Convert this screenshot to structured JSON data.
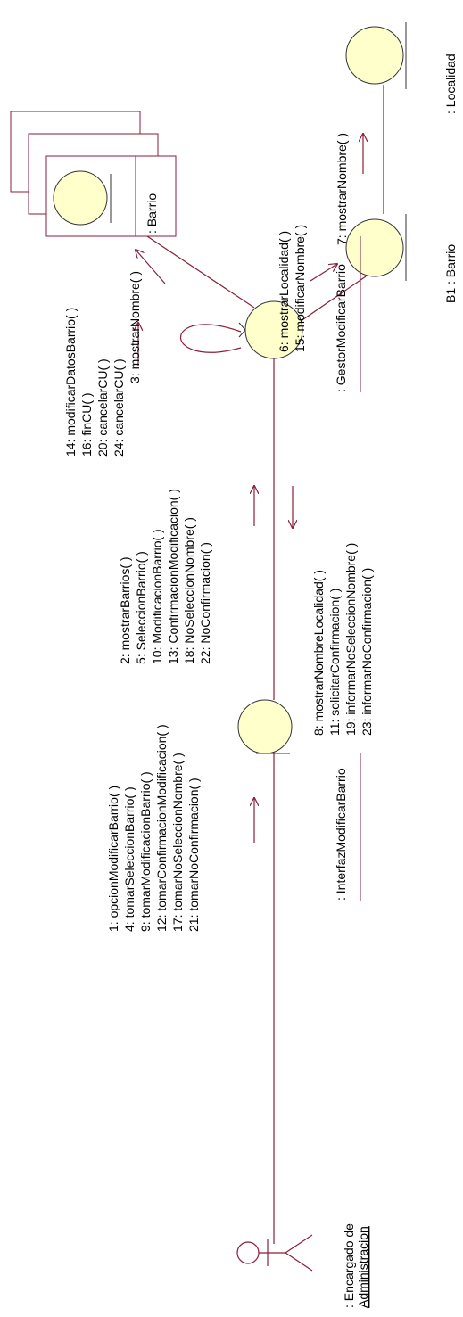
{
  "colors": {
    "line": "#8b1e3a",
    "node_fill": "#ffffcc",
    "node_stroke": "#333333",
    "text": "#000000",
    "box_stroke": "#8b1e3a"
  },
  "actors": {
    "encargado": {
      "line1": ": Encargado de",
      "line2": "Administracion"
    },
    "interfaz": {
      "label": ": InterfazModificarBarrio"
    },
    "gestor": {
      "label": ": GestorModificarBarrio"
    },
    "barrio_collection": {
      "label": ": Barrio"
    },
    "b1_barrio": {
      "label": "B1 : Barrio"
    },
    "localidad": {
      "label": ": Localidad"
    }
  },
  "messages": {
    "to_interfaz": [
      "1: opcionModificarBarrio( )",
      "4: tomarSeleccionBarrio( )",
      "9: tomarModificacionBarrio( )",
      "12: tomarConfirmacionModificacion( )",
      "17: tomarNoSeleccionNombre( )",
      "21: tomarNoConfirmacion( )"
    ],
    "to_gestor": [
      "2: mostrarBarrios( )",
      "5: SeleccionBarrio( )",
      "10: ModificacionBarrio( )",
      "13: ConfirmacionModificacion( )",
      "18: NoSeleccionNombre( )",
      "22: NoConfirmacion( )"
    ],
    "to_interfaz_from_gestor": [
      "8: mostrarNombreLocalidad( )",
      "11: solicitarConfirmacion( )",
      "19: informarNoSeleccionNombre( )",
      "23: informarNoConfirmacion( )"
    ],
    "self_gestor": [
      "14: modificarDatosBarrio( )",
      "16: finCU( )",
      "20: cancelarCU( )",
      "24: cancelarCU( )"
    ],
    "to_barrio_collection": [
      "3: mostrarNombre( )"
    ],
    "to_b1": [
      "6: mostrarLocalidad( )",
      "15: modificarNombre( )"
    ],
    "to_localidad": [
      "7: mostrarNombre( )"
    ]
  }
}
